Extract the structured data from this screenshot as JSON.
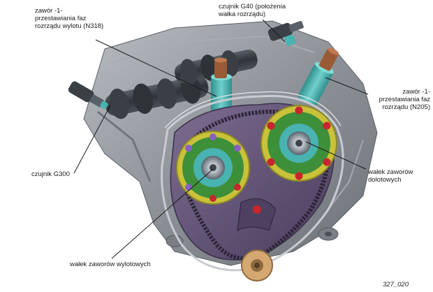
{
  "labels": {
    "exhaust_valve": "zawór -1-\nprzestawiania faz\nrozrządu wylotu (N318)",
    "sensor_g40": "czujnik G40 (położenia\nwałka rozrządu)",
    "intake_valve": "zawór -1-\nprzestawiania faz\nrozrządu (N205)",
    "sensor_g300": "czujnik G300",
    "intake_camshaft": "wałek zaworów\ndolotowych",
    "exhaust_camshaft": "wałek zaworów wylotowych"
  },
  "figure_number": "327_020",
  "colors": {
    "engine_gray": "#8d9298",
    "timing_case": "#6a5a7e",
    "gear_yellow": "#c9c23a",
    "gear_green": "#3e8f3a",
    "teal": "#48b3b0",
    "bolt_red": "#c8262e",
    "purple_bolt": "#8a5fc2",
    "orange_gear": "#d4a870",
    "rust": "#9a5a36"
  }
}
